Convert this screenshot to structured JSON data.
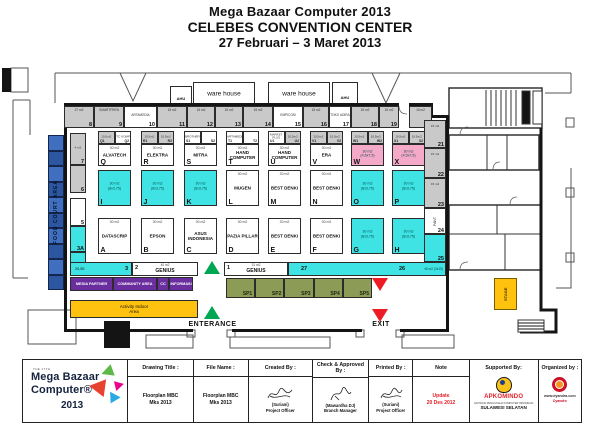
{
  "title": {
    "line1": "Mega Bazaar Computer 2013",
    "line2": "CELEBES CONVENTION CENTER",
    "line3": "27 Februari – 3 Maret 2013"
  },
  "plan": {
    "warehouse1": "ware house",
    "warehouse2": "ware house",
    "ahu": "AHU",
    "food_court": "FOOD COURT AREA",
    "entrance": "ENTERANCE",
    "exit": "EXIT",
    "stage": "STAGE",
    "activity": {
      "line1": "Activity Indoor",
      "line2": "Area"
    },
    "top_strip": [
      {
        "no": "8",
        "name": "27 m2",
        "fill": "gray"
      },
      {
        "no": "9",
        "name": "SMARTFREN",
        "fill": "gray"
      },
      {
        "no": "10",
        "name": "ARTAMEDIA",
        "fill": "white"
      },
      {
        "no": "11",
        "name": "15 m2",
        "fill": "gray"
      },
      {
        "no": "12",
        "name": "15 m2",
        "fill": "gray"
      },
      {
        "no": "13",
        "name": "15 m2",
        "fill": "gray"
      },
      {
        "no": "14",
        "name": "15 m2",
        "fill": "gray"
      },
      {
        "no": "15",
        "name": "EMPICOM",
        "fill": "white"
      },
      {
        "no": "16",
        "name": "15 m2",
        "fill": "gray"
      },
      {
        "no": "17",
        "name": "TOKO ADIRA",
        "fill": "white"
      },
      {
        "no": "18",
        "name": "15 m2",
        "fill": "gray"
      },
      {
        "no": "19",
        "name": "15 m2",
        "fill": "gray"
      },
      {
        "no": "20",
        "name": "15 m2",
        "fill": "gray"
      }
    ],
    "left_strip": [
      {
        "no": "7",
        "name": "4 m2",
        "fill": "gray"
      },
      {
        "no": "6",
        "name": "",
        "fill": "gray"
      },
      {
        "no": "5",
        "name": "",
        "fill": "white"
      },
      {
        "no": "3A",
        "name": "",
        "fill": "cyan"
      }
    ],
    "right_strip": [
      {
        "no": "21",
        "name": "15 m2",
        "fill": "gray"
      },
      {
        "no": "22",
        "name": "15 m2",
        "fill": "gray"
      },
      {
        "no": "23",
        "name": "15 m2",
        "fill": "gray"
      },
      {
        "no": "24",
        "name": "PANT",
        "fill": "white"
      },
      {
        "no": "25",
        "name": "",
        "fill": "cyan"
      }
    ],
    "booth_rows": {
      "top": [
        {
          "letter": "Q",
          "name": "ALVATECH",
          "area": "30 m2",
          "fill": "white",
          "subs": [
            {
              "id": "Q1",
              "t": "10,5m2",
              "f": "gray"
            },
            {
              "id": "Q2",
              "t": "ITC KOMP",
              "f": "white"
            }
          ]
        },
        {
          "letter": "R",
          "name": "ELEKTRA",
          "area": "30 m2",
          "fill": "white",
          "subs": [
            {
              "id": "R1",
              "t": "10,5m2",
              "f": "gray"
            },
            {
              "id": "R2",
              "t": "10,5m2",
              "f": "gray"
            }
          ]
        },
        {
          "letter": "S",
          "name": "MITRA",
          "area": "30 m2",
          "fill": "white",
          "subs": [
            {
              "id": "S1",
              "t": "BROTHER",
              "f": "white"
            },
            {
              "id": "S2",
              "t": "",
              "f": "white"
            }
          ]
        },
        {
          "letter": "T",
          "name": "HAND COMPUTER",
          "area": "30 m2",
          "fill": "white",
          "subs": [
            {
              "id": "T1",
              "t": "ARTAMEDIA",
              "f": "white"
            },
            {
              "id": "T2",
              "t": "",
              "f": "white"
            }
          ]
        },
        {
          "letter": "U",
          "name": "HAND COMPUTER",
          "area": "30 m2",
          "fill": "white",
          "subs": [
            {
              "id": "U1",
              "t": "MARKET PLUS",
              "f": "white"
            },
            {
              "id": "U2",
              "t": "10,5m2",
              "f": "gray"
            }
          ]
        },
        {
          "letter": "V",
          "name": "ERA",
          "area": "30 m2",
          "fill": "white",
          "subs": [
            {
              "id": "V1",
              "t": "10,5m2",
              "f": "gray"
            },
            {
              "id": "V2",
              "t": "10,5m2",
              "f": "gray"
            }
          ]
        },
        {
          "letter": "W",
          "area": "30 m2",
          "area2": "(4,5x7,5)",
          "fill": "pink",
          "subs": [
            {
              "id": "W1",
              "t": "10,5m2",
              "f": "gray"
            },
            {
              "id": "W2",
              "t": "10,5m2",
              "f": "gray"
            }
          ]
        },
        {
          "letter": "X",
          "area": "30 m2",
          "area2": "(4,5x7,5)",
          "fill": "pink",
          "subs": [
            {
              "id": "X1",
              "t": "10,5m2",
              "f": "gray"
            },
            {
              "id": "X2",
              "t": "10,5m2",
              "f": "gray"
            }
          ]
        }
      ],
      "middle": [
        {
          "letter": "I",
          "area": "30 m2",
          "area2": "(8x3,75)",
          "fill": "cyan"
        },
        {
          "letter": "J",
          "area": "30 m2",
          "area2": "(8x3,75)",
          "fill": "cyan"
        },
        {
          "letter": "K",
          "area": "30 m2",
          "area2": "(8x3,75)",
          "fill": "cyan"
        },
        {
          "letter": "L",
          "name": "MUGEN",
          "area": "30 m2",
          "fill": "white"
        },
        {
          "letter": "M",
          "name": "BEST DENKI",
          "area": "30 m2",
          "fill": "white"
        },
        {
          "letter": "N",
          "name": "BEST DENKI",
          "area": "30 m2",
          "fill": "white"
        },
        {
          "letter": "O",
          "area": "30 m2",
          "area2": "(8x3,75)",
          "fill": "cyan"
        },
        {
          "letter": "P",
          "area": "30 m2",
          "area2": "(8x3,75)",
          "fill": "cyan"
        }
      ],
      "bottom": [
        {
          "letter": "A",
          "name": "DATASCRIP",
          "area": "30 m2",
          "fill": "white"
        },
        {
          "letter": "B",
          "name": "EPSON",
          "area": "30 m2",
          "fill": "white"
        },
        {
          "letter": "C",
          "name": "ASUS INDONESIA",
          "area": "30 m2",
          "fill": "white"
        },
        {
          "letter": "D",
          "name": "PAZIA PILLAR",
          "area": "30 m2",
          "fill": "white"
        },
        {
          "letter": "E",
          "name": "BEST DENKI",
          "area": "30 m2",
          "fill": "white"
        },
        {
          "letter": "F",
          "name": "BEST DENKI",
          "area": "30 m2",
          "fill": "white"
        },
        {
          "letter": "G",
          "area": "30 m2",
          "area2": "(8x3,75)",
          "fill": "cyan"
        },
        {
          "letter": "H",
          "area": "30 m2",
          "area2": "(8x3,75)",
          "fill": "cyan"
        }
      ]
    },
    "genius": [
      {
        "no": "2",
        "name": "GENIUS",
        "area": "40 m2"
      },
      {
        "no": "1",
        "name": "GENIUS",
        "area": "31 m2"
      }
    ],
    "cyan_left": {
      "label": "20,55",
      "no": "3"
    },
    "cyan_right": {
      "no_a": "27",
      "no_b": "26",
      "area": "45 m2 (3x15)"
    },
    "purple_strip": [
      "MEDIA PARTNER",
      "COMMUNITY AREA",
      "CC",
      "INFORMASI"
    ],
    "sp_strip": [
      "SP1",
      "SP2",
      "SP3",
      "SP4",
      "SP5"
    ]
  },
  "footer": {
    "logo": {
      "edition": "THE 17TH",
      "line1": "Mega Bazaar",
      "line2": "Computer®",
      "line3": "2013"
    },
    "drawing_title": {
      "header": "Drawing Title :",
      "value1": "Floorplan MBC",
      "value2": "Mks 2013"
    },
    "file_name": {
      "header": "File Name :",
      "value1": "Floorplan MBC",
      "value2": "Mks 2013"
    },
    "created_by": {
      "header": "Created By :",
      "name": "(Suriani)",
      "role": "Project Officer"
    },
    "approved_by": {
      "header": "Check & Approved By :",
      "name": "(Mawardha DJ)",
      "role": "Branch Manager"
    },
    "printed_by": {
      "header": "Printed By :",
      "name": "(Suriani)",
      "role": "Project Officer"
    },
    "note": {
      "header": "Note",
      "line1": "Update",
      "line2": "20 Des 2012"
    },
    "supported_by": {
      "header": "Supported By:",
      "org": "APKOMINDO",
      "sub": "ASOSIASI PENGUSAHA KOMPUTER INDONESIA",
      "region": "SULAWESI SELATAN"
    },
    "organized_by": {
      "header": "Organized by :",
      "url": "www.dyandra.com",
      "name": "Dyandra"
    }
  },
  "colors": {
    "cyan": "#3FE3E3",
    "pink": "#F5A9C8",
    "purple": "#6A2E9E",
    "orange": "#FFC20E",
    "olive": "#8C9B55",
    "blue1": "#3F6FBE",
    "blue2": "#2C57A0",
    "gray": "#C9C9C9",
    "green_arrow": "#00A651",
    "red_arrow": "#ED1C24",
    "note_red": "#E31E24"
  }
}
